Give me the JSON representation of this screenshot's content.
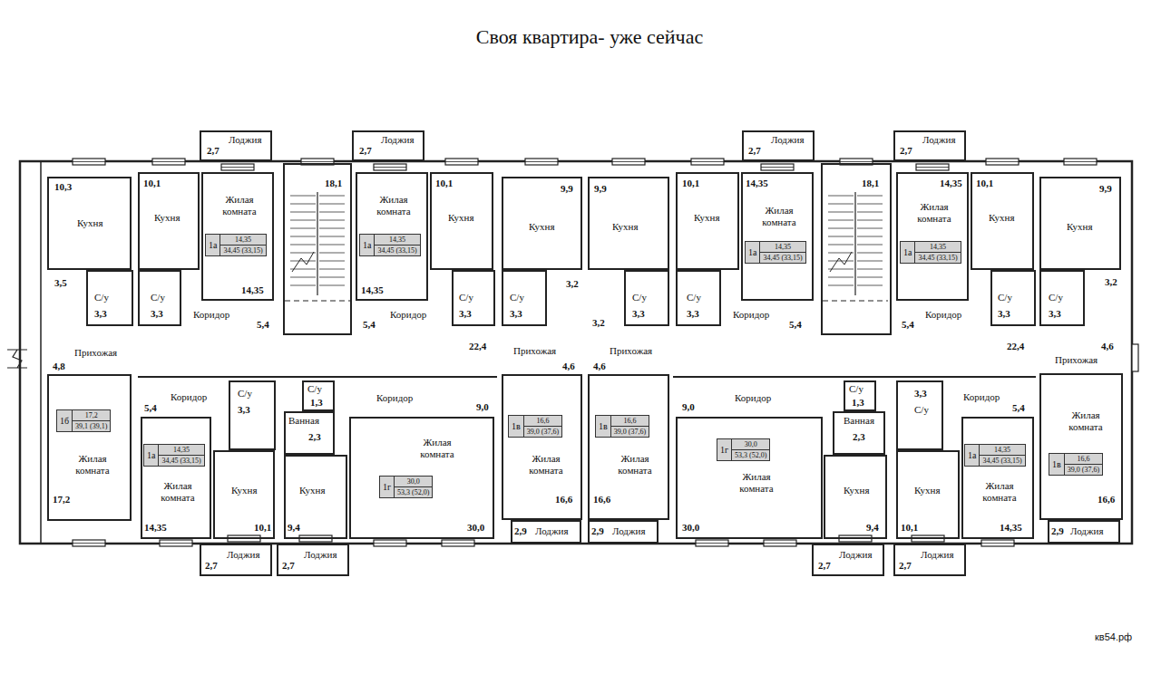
{
  "diagram": {
    "title": "Своя квартира- уже сейчас",
    "nodes": [
      {
        "text": [
          "Кухня",
          "10,3"
        ]
      },
      {
        "text": [
          "С/у",
          "3,3"
        ]
      },
      {
        "text": [
          "Прихожая",
          "4,8"
        ]
      },
      {
        "text": [
          "Жилая комната",
          "17,2"
        ]
      },
      {
        "text": [
          "1б",
          "17,2",
          "39,1 (39,1)"
        ],
        "in": 3
      },
      {
        "text": [
          "Кухня",
          "10,1"
        ]
      },
      {
        "text": [
          "С/у",
          "3,3"
        ]
      },
      {
        "text": [
          "Жилая комната",
          "14,35"
        ]
      },
      {
        "text": [
          "1а",
          "14,35",
          "34,45 (33,15)"
        ],
        "in": 7
      },
      {
        "text": [
          "Лоджия",
          "2,7"
        ]
      },
      {
        "text": [
          "Коридор",
          "5,4"
        ]
      },
      {
        "text": [
          "18,1"
        ]
      },
      {
        "text": [
          "Лоджия",
          "2,7"
        ]
      },
      {
        "text": [
          "Жилая комната",
          "14,35"
        ]
      },
      {
        "text": [
          "1а",
          "14,35",
          "34,45 (33,15)"
        ],
        "in": 13
      },
      {
        "text": [
          "Кухня",
          "10,1"
        ]
      },
      {
        "text": [
          "С/у",
          "3,3"
        ]
      },
      {
        "text": [
          "Коридор",
          "5,4"
        ]
      },
      {
        "text": [
          "Кухня",
          "9,9"
        ]
      },
      {
        "text": [
          "С/у",
          "3,3"
        ]
      },
      {
        "text": [
          "Прихожая",
          "4,6"
        ]
      },
      {
        "text": [
          "Жилая комната",
          "16,6"
        ]
      },
      {
        "text": [
          "1в",
          "16,6",
          "39,0 (37,6)"
        ],
        "in": 21
      },
      {
        "text": [
          "Лоджия",
          "2,9"
        ]
      },
      {
        "text": [
          "Кухня",
          "9,9"
        ]
      },
      {
        "text": [
          "С/у",
          "3,3"
        ]
      },
      {
        "text": [
          "Прихожая",
          "4,6"
        ]
      },
      {
        "text": [
          "Жилая комната",
          "16,6"
        ]
      },
      {
        "text": [
          "1в",
          "16,6",
          "39,0 (37,6)"
        ],
        "in": 27
      },
      {
        "text": [
          "Лоджия",
          "2,9"
        ]
      },
      {
        "text": [
          "Кухня",
          "10,1"
        ]
      },
      {
        "text": [
          "С/у",
          "3,3"
        ]
      },
      {
        "text": [
          "Лоджия",
          "2,7"
        ]
      },
      {
        "text": [
          "Жилая комната",
          "14,35"
        ]
      },
      {
        "text": [
          "1а",
          "14,35",
          "34,45 (33,15)"
        ],
        "in": 33
      },
      {
        "text": [
          "Коридор",
          "5,4"
        ]
      },
      {
        "text": [
          "18,1"
        ]
      },
      {
        "text": [
          "Лоджия",
          "2,7"
        ]
      },
      {
        "text": [
          "Жилая комната",
          "14,35"
        ]
      },
      {
        "text": [
          "1а",
          "14,35",
          "34,45 (33,15)"
        ],
        "in": 38
      },
      {
        "text": [
          "Кухня",
          "10,1"
        ]
      },
      {
        "text": [
          "С/у",
          "3,3"
        ]
      },
      {
        "text": [
          "Коридор",
          "5,4"
        ]
      },
      {
        "text": [
          "Кухня",
          "9,9"
        ]
      },
      {
        "text": [
          "С/у",
          "3,3"
        ]
      },
      {
        "text": [
          "Прихожая",
          "4,6"
        ]
      },
      {
        "text": [
          "Жилая комната",
          "16,6"
        ]
      },
      {
        "text": [
          "1в",
          "16,6",
          "39,0 (37,6)"
        ],
        "in": 46
      },
      {
        "text": [
          "Лоджия",
          "2,9"
        ]
      },
      {
        "text": [
          "Коридор",
          "5,4"
        ]
      },
      {
        "text": [
          "С/у",
          "3,3"
        ]
      },
      {
        "text": [
          "Жилая комната",
          "14,35"
        ]
      },
      {
        "text": [
          "1а",
          "14,35",
          "34,45 (33,15)"
        ],
        "in": 51
      },
      {
        "text": [
          "Кухня",
          "10,1"
        ]
      },
      {
        "text": [
          "Лоджия",
          "2,7"
        ]
      },
      {
        "text": [
          "С/у",
          "1,3"
        ]
      },
      {
        "text": [
          "Ванная",
          "2,3"
        ]
      },
      {
        "text": [
          "Кухня",
          "9,4"
        ]
      },
      {
        "text": [
          "Коридор",
          "9,0"
        ]
      },
      {
        "text": [
          "Жилая комната",
          "30,0"
        ]
      },
      {
        "text": [
          "1г",
          "30,0",
          "53,3 (52,0)"
        ],
        "in": 59
      },
      {
        "text": [
          "Лоджия",
          "2,7"
        ]
      },
      {
        "text": [
          "Коридор",
          "9,0"
        ]
      },
      {
        "text": [
          "Жилая комната",
          "30,0"
        ]
      },
      {
        "text": [
          "1г",
          "30,0",
          "53,3 (52,0)"
        ],
        "in": 63
      },
      {
        "text": [
          "С/у",
          "1,3"
        ]
      },
      {
        "text": [
          "Ванная",
          "2,3"
        ]
      },
      {
        "text": [
          "Кухня",
          "9,4"
        ]
      },
      {
        "text": [
          "Лоджия",
          "2,7"
        ]
      },
      {
        "text": [
          "С/у",
          "3,3"
        ]
      },
      {
        "text": [
          "Кухня",
          "10,1"
        ]
      },
      {
        "text": [
          "Коридор",
          "5,4"
        ]
      },
      {
        "text": [
          "Жилая комната",
          "14,35"
        ]
      },
      {
        "text": [
          "1а",
          "14,35",
          "34,45 (33,15)"
        ],
        "in": 72
      },
      {
        "text": [
          "Лоджия",
          "2,7"
        ]
      }
    ],
    "labels": [
      "3,5",
      "3,2",
      "22,4",
      "3,2",
      "22,4",
      "3,2",
      "кв54.рф"
    ]
  }
}
